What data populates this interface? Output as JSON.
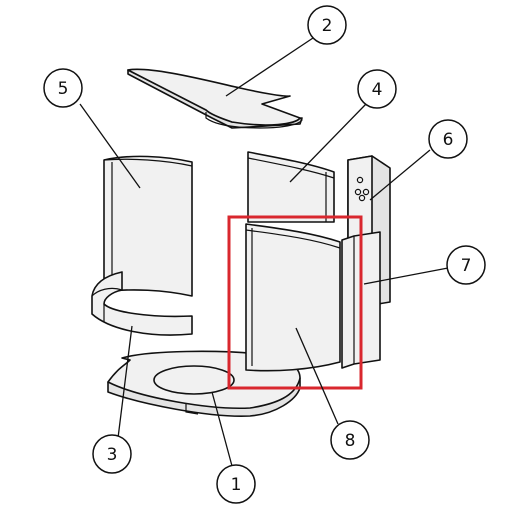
{
  "parts": {
    "p1": "1",
    "p2": "2",
    "p3": "3",
    "p4": "4",
    "p5": "5",
    "p6": "6",
    "p7": "7",
    "p8": "8"
  },
  "highlight_color": "#d9272e"
}
